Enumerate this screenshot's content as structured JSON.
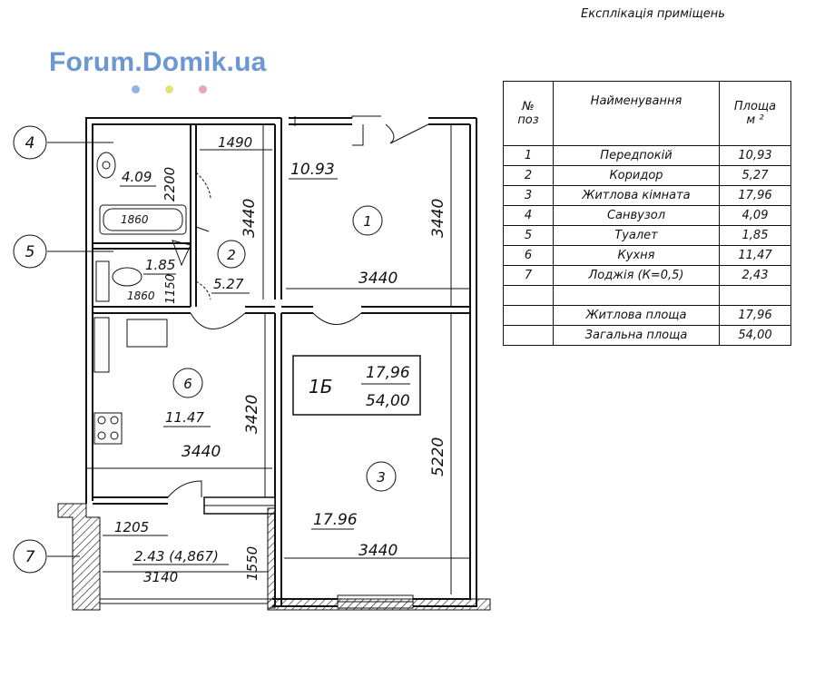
{
  "logo": {
    "text": "Forum.Domik.ua",
    "color": "#6b97d3",
    "dot_colors": [
      "#8fb4e6",
      "#e3e27a",
      "#e8a4c2"
    ]
  },
  "table": {
    "title": "Експлікація приміщень",
    "headers": {
      "num": "№\nпоз",
      "name": "Найменування",
      "area": "Площа\nм ²"
    },
    "rows": [
      {
        "num": "1",
        "name": "Передпокій",
        "area": "10,93"
      },
      {
        "num": "2",
        "name": "Коридор",
        "area": "5,27"
      },
      {
        "num": "3",
        "name": "Житлова кімната",
        "area": "17,96"
      },
      {
        "num": "4",
        "name": "Санвузол",
        "area": "4,09"
      },
      {
        "num": "5",
        "name": "Туалет",
        "area": "1,85"
      },
      {
        "num": "6",
        "name": "Кухня",
        "area": "11,47"
      },
      {
        "num": "7",
        "name": "Лоджія (К=0,5)",
        "area": "2,43"
      },
      {
        "num": "",
        "name": "",
        "area": ""
      }
    ],
    "totals": [
      {
        "name": "Житлова площа",
        "area": "17,96"
      },
      {
        "name": "Загальна площа",
        "area": "54,00"
      }
    ]
  },
  "plan": {
    "room_numbers": [
      "1",
      "2",
      "3",
      "6"
    ],
    "callouts": [
      "4",
      "5",
      "7"
    ],
    "areas": {
      "hall": "10.93",
      "corridor": "5.27",
      "living": "17.96",
      "bath": "4.09",
      "toilet": "1.85",
      "kitchen": "11.47",
      "loggia": "2.43 (4,867)"
    },
    "dimensions": {
      "d1490": "1490",
      "d2200": "2200",
      "d3440_a": "3440",
      "d3440_b": "3440",
      "d3440_c": "3440",
      "d3440_d": "3440",
      "d3440_e": "3440",
      "d1150": "1150",
      "d1860_a": "1860",
      "d1860_b": "1860",
      "d3420": "3420",
      "d5220": "5220",
      "d1205": "1205",
      "d3140": "3140",
      "d1550": "1550"
    },
    "unit_box": {
      "label": "1Б",
      "living": "17,96",
      "total": "54,00"
    }
  }
}
